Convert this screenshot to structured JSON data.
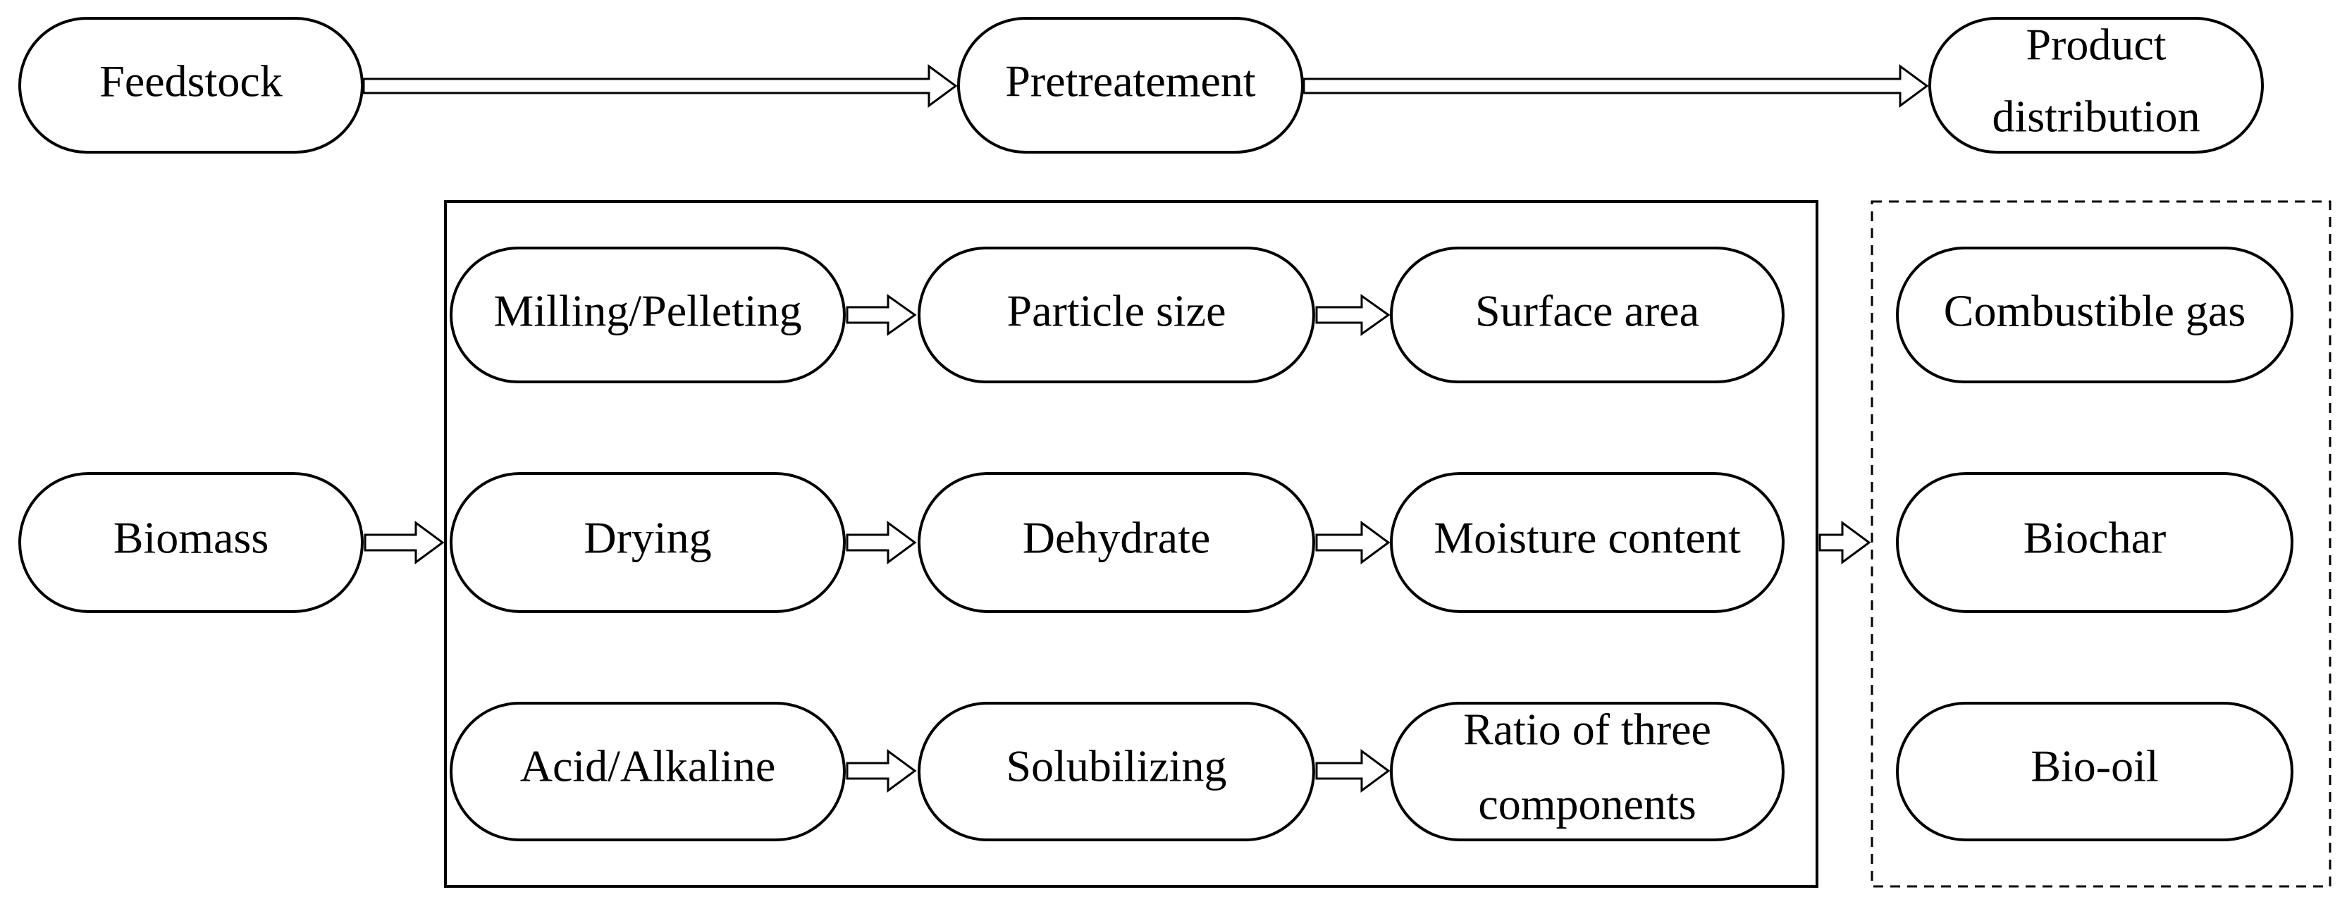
{
  "header": {
    "feedstock": "Feedstock",
    "pretreatment": "Pretreatement",
    "product_distribution": [
      "Product",
      "distribution"
    ]
  },
  "input": {
    "biomass": "Biomass"
  },
  "pretreatment_rows": [
    {
      "method": "Milling/Pelleting",
      "effect": "Particle size",
      "property": [
        "Surface area"
      ]
    },
    {
      "method": "Drying",
      "effect": "Dehydrate",
      "property": [
        "Moisture content"
      ]
    },
    {
      "method": "Acid/Alkaline",
      "effect": "Solubilizing",
      "property": [
        "Ratio of three",
        "components"
      ]
    }
  ],
  "products": [
    "Combustible gas",
    "Biochar",
    "Bio-oil"
  ]
}
